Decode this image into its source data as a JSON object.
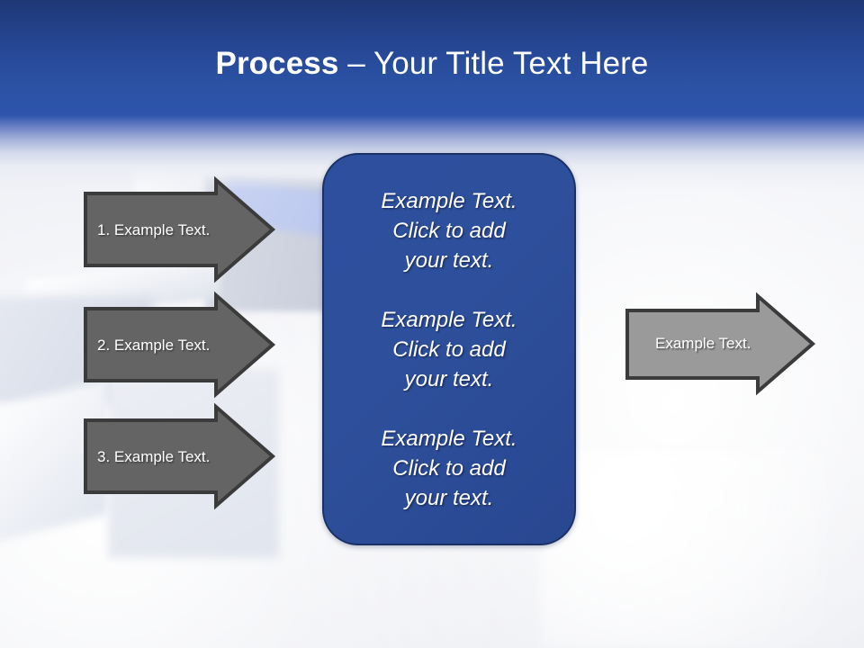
{
  "slide": {
    "title": {
      "strong": "Process",
      "dash": " – ",
      "rest": "Your Title Text Here"
    }
  },
  "colors": {
    "header_top": "#1e3876",
    "header_bottom": "#2d55ab",
    "panel_fill": "#2d4f9e",
    "panel_border": "#1b3064",
    "arrow_dark_fill": "#646464",
    "arrow_light_fill": "#9a9a9a",
    "arrow_outline": "#3b3b3b",
    "text_white": "#ffffff",
    "background": "#eef0f5"
  },
  "input_arrows": [
    {
      "label": "1. Example Text."
    },
    {
      "label": "2. Example Text."
    },
    {
      "label": "3. Example Text."
    }
  ],
  "center_panel": {
    "blocks": [
      "Example Text.\nClick  to add\nyour text.",
      "Example Text.\nClick  to add\nyour text.",
      "Example Text.\nClick  to add\nyour text."
    ]
  },
  "output_arrow": {
    "label": "Example Text."
  }
}
